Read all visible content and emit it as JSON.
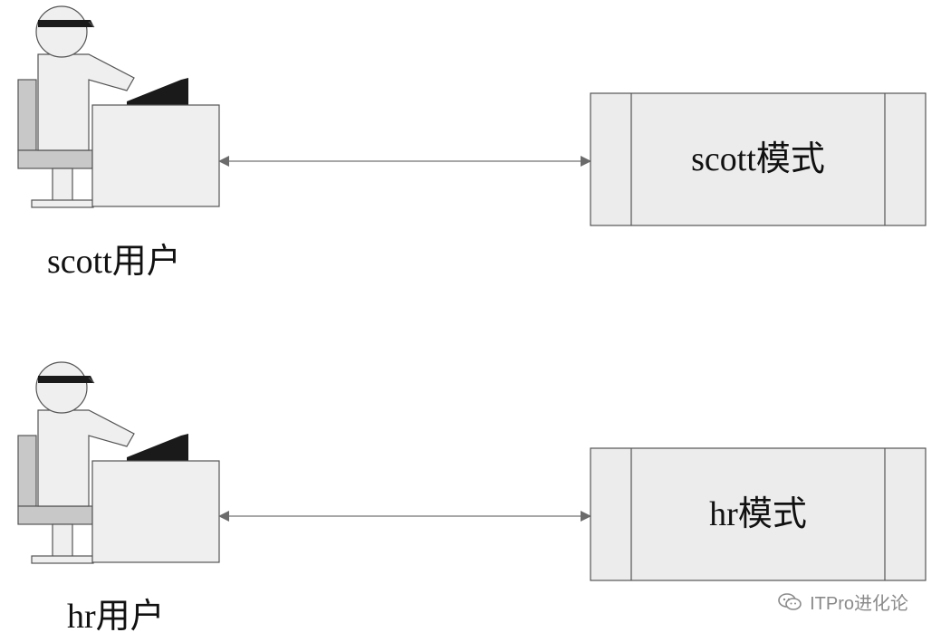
{
  "diagram": {
    "users": [
      {
        "label": "scott用户"
      },
      {
        "label": "hr用户"
      }
    ],
    "schemas": [
      {
        "label": "scott模式"
      },
      {
        "label": "hr模式"
      }
    ],
    "watermark": {
      "text": "ITPro进化论",
      "icon": "wechat-icon"
    }
  }
}
